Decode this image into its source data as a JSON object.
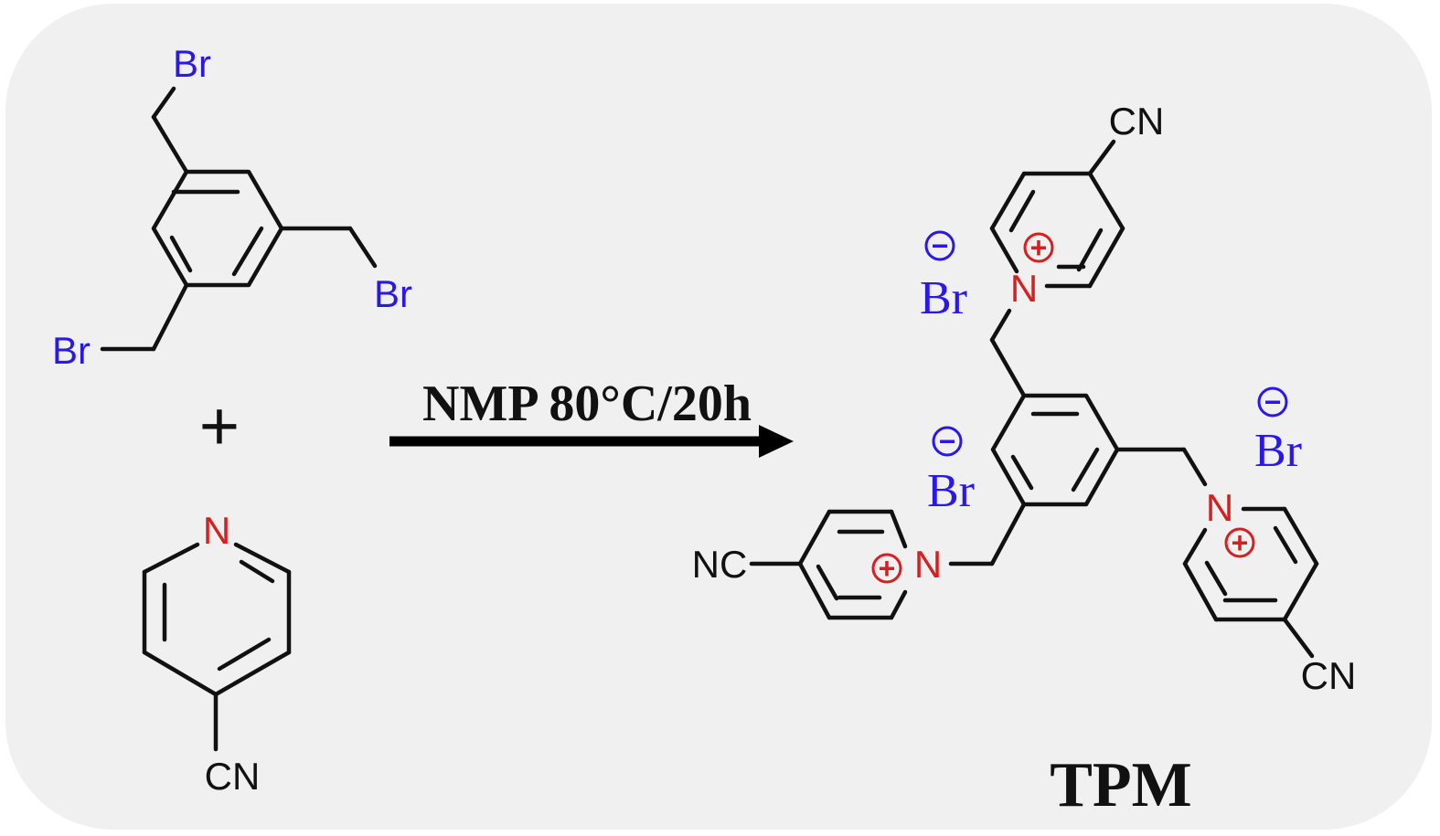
{
  "colors": {
    "background": "#f0f0f0",
    "bromine": "#2a18e6",
    "nitrogen": "#d42020",
    "bond": "#111111"
  },
  "reactant1": {
    "br_top": "Br",
    "br_right": "Br",
    "br_left": "Br"
  },
  "plus_sign": "+",
  "reactant2": {
    "nitrogen": "N",
    "cyano": "CN"
  },
  "reaction": {
    "conditions": "NMP 80°C/20h"
  },
  "product": {
    "cn_top": "CN",
    "cn_left": "NC",
    "cn_right": "CN",
    "n_top": "N",
    "n_left": "N",
    "n_right": "N",
    "counterion_1": "Br",
    "counterion_2": "Br",
    "counterion_3": "Br",
    "charge_plus": "+",
    "charge_minus": "−",
    "name": "TPM"
  }
}
